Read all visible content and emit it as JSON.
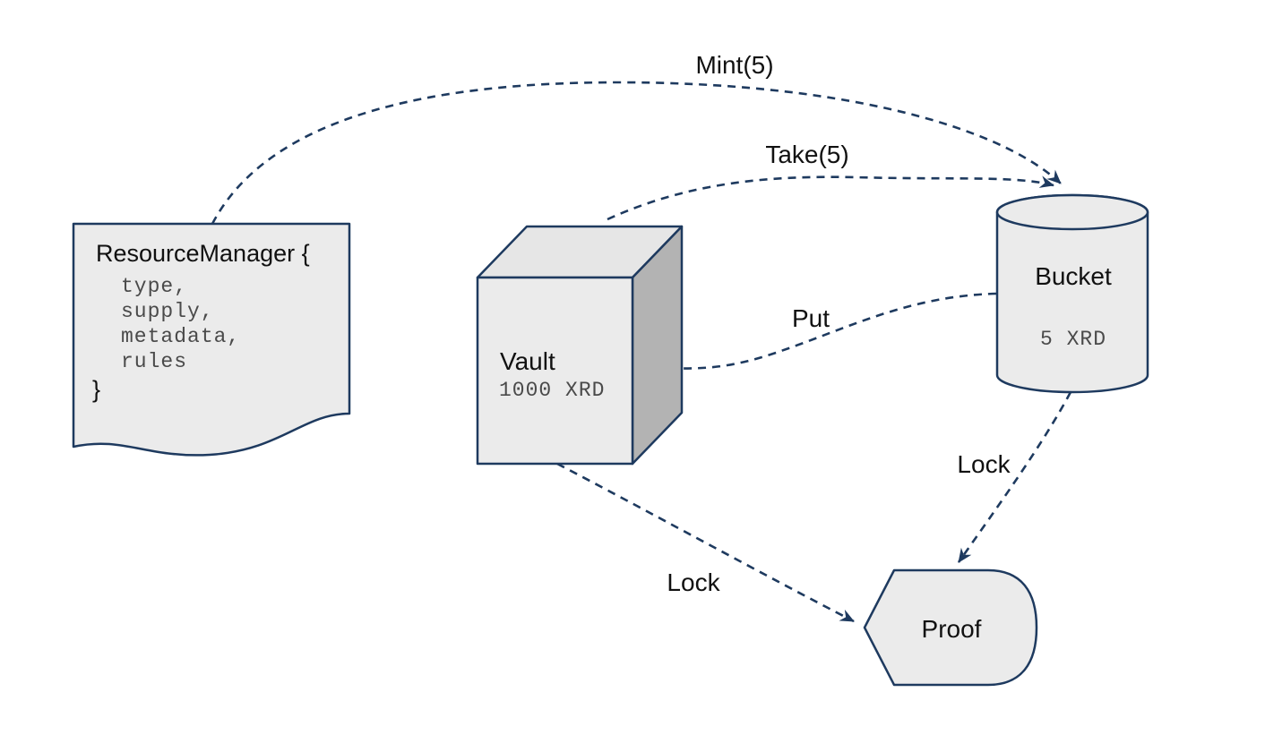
{
  "diagram": {
    "colors": {
      "background": "#ffffff",
      "line": "#1e3a5f",
      "node_fill": "#ebebeb",
      "node_side_fill": "#b3b3b3",
      "node_top_fill": "#e6e6e6",
      "label_text": "#111111",
      "mono_text": "#4a4a4a"
    },
    "nodes": {
      "resource_manager": {
        "title": "ResourceManager {",
        "fields": [
          "type,",
          "supply,",
          "metadata,",
          "rules"
        ],
        "closing": "}"
      },
      "vault": {
        "label": "Vault",
        "amount": "1000 XRD"
      },
      "bucket": {
        "label": "Bucket",
        "amount": "5 XRD"
      },
      "proof": {
        "label": "Proof"
      }
    },
    "edges": [
      {
        "id": "mint",
        "label": "Mint(5)",
        "from": "resource_manager",
        "to": "bucket"
      },
      {
        "id": "take",
        "label": "Take(5)",
        "from": "vault",
        "to": "bucket"
      },
      {
        "id": "put",
        "label": "Put",
        "from": "bucket",
        "to": "vault"
      },
      {
        "id": "lock_bucket",
        "label": "Lock",
        "from": "bucket",
        "to": "proof"
      },
      {
        "id": "lock_vault",
        "label": "Lock",
        "from": "vault",
        "to": "proof"
      }
    ]
  }
}
